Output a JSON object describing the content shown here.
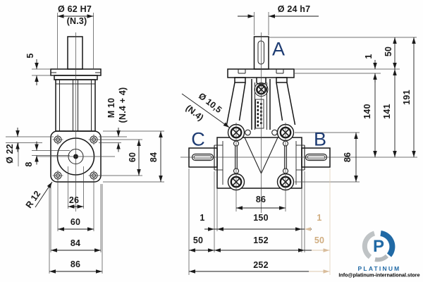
{
  "side_view": {
    "bore": "Ø 62 H7",
    "bore_note": "(N.3)",
    "plate": "5",
    "tap": "M 10",
    "tap_note": "(N.4 + 4)",
    "shaft": "Ø 22",
    "key": "8",
    "radius": "R 12",
    "hub": "26",
    "holes": "60",
    "flange": "84",
    "body": "86",
    "holes_v": "60",
    "flange_v": "84"
  },
  "front_view": {
    "a": "A",
    "b": "B",
    "c": "C",
    "shaft": "Ø 24 h7",
    "hole": "Ø 10,5",
    "hole_note": "(N.4)",
    "boss_top": "1",
    "shaft_top": "50",
    "axis_flange": "140",
    "axis_boss": "141",
    "total": "191",
    "bolts_v": "86",
    "bolts_h": "86",
    "boss_left": "1",
    "housing": "150",
    "boss_right": "1",
    "shaft_left": "50",
    "faces": "152",
    "shaft_right": "50",
    "overall": "252"
  },
  "watermark": {
    "letter": "P",
    "brand": "PLATINUM",
    "email": "Info@platinum-international.store"
  },
  "colors": {
    "line": "#1a1a1a",
    "label_blue": "#1d3b72",
    "faded_tan": "#c9a06b",
    "logo_blue": "#2069a5",
    "logo_gray": "#bfc3c5"
  }
}
